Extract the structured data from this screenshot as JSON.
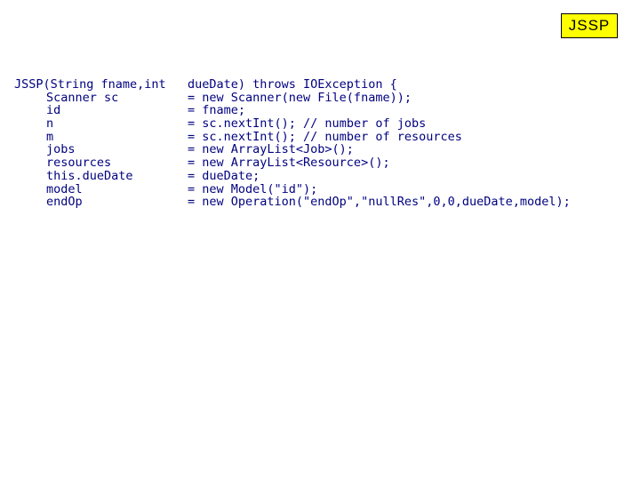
{
  "title": "JSSP",
  "code": {
    "header_left": "JSSP(String fname,int ",
    "header_right": "dueDate) throws IOException {",
    "assignments": [
      {
        "lhs": "Scanner sc",
        "rhs": "= new Scanner(new File(fname));",
        "comment": ""
      },
      {
        "lhs": "id",
        "rhs": "= fname;",
        "comment": ""
      },
      {
        "lhs": "n",
        "rhs": "= sc.nextInt();",
        "comment": " // number of jobs"
      },
      {
        "lhs": "m",
        "rhs": "= sc.nextInt();",
        "comment": " // number of resources"
      },
      {
        "lhs": "jobs",
        "rhs": "= new ArrayList<Job>();",
        "comment": ""
      },
      {
        "lhs": "resources",
        "rhs": "= new ArrayList<Resource>();",
        "comment": ""
      },
      {
        "lhs": "this.dueDate",
        "rhs": "= dueDate;",
        "comment": ""
      },
      {
        "lhs": "model",
        "rhs": "= new Model(\"id\");",
        "comment": ""
      },
      {
        "lhs": "endOp",
        "rhs": "= new Operation(\"endOp\",\"nullRes\",0,0,dueDate,model);",
        "comment": ""
      }
    ]
  }
}
